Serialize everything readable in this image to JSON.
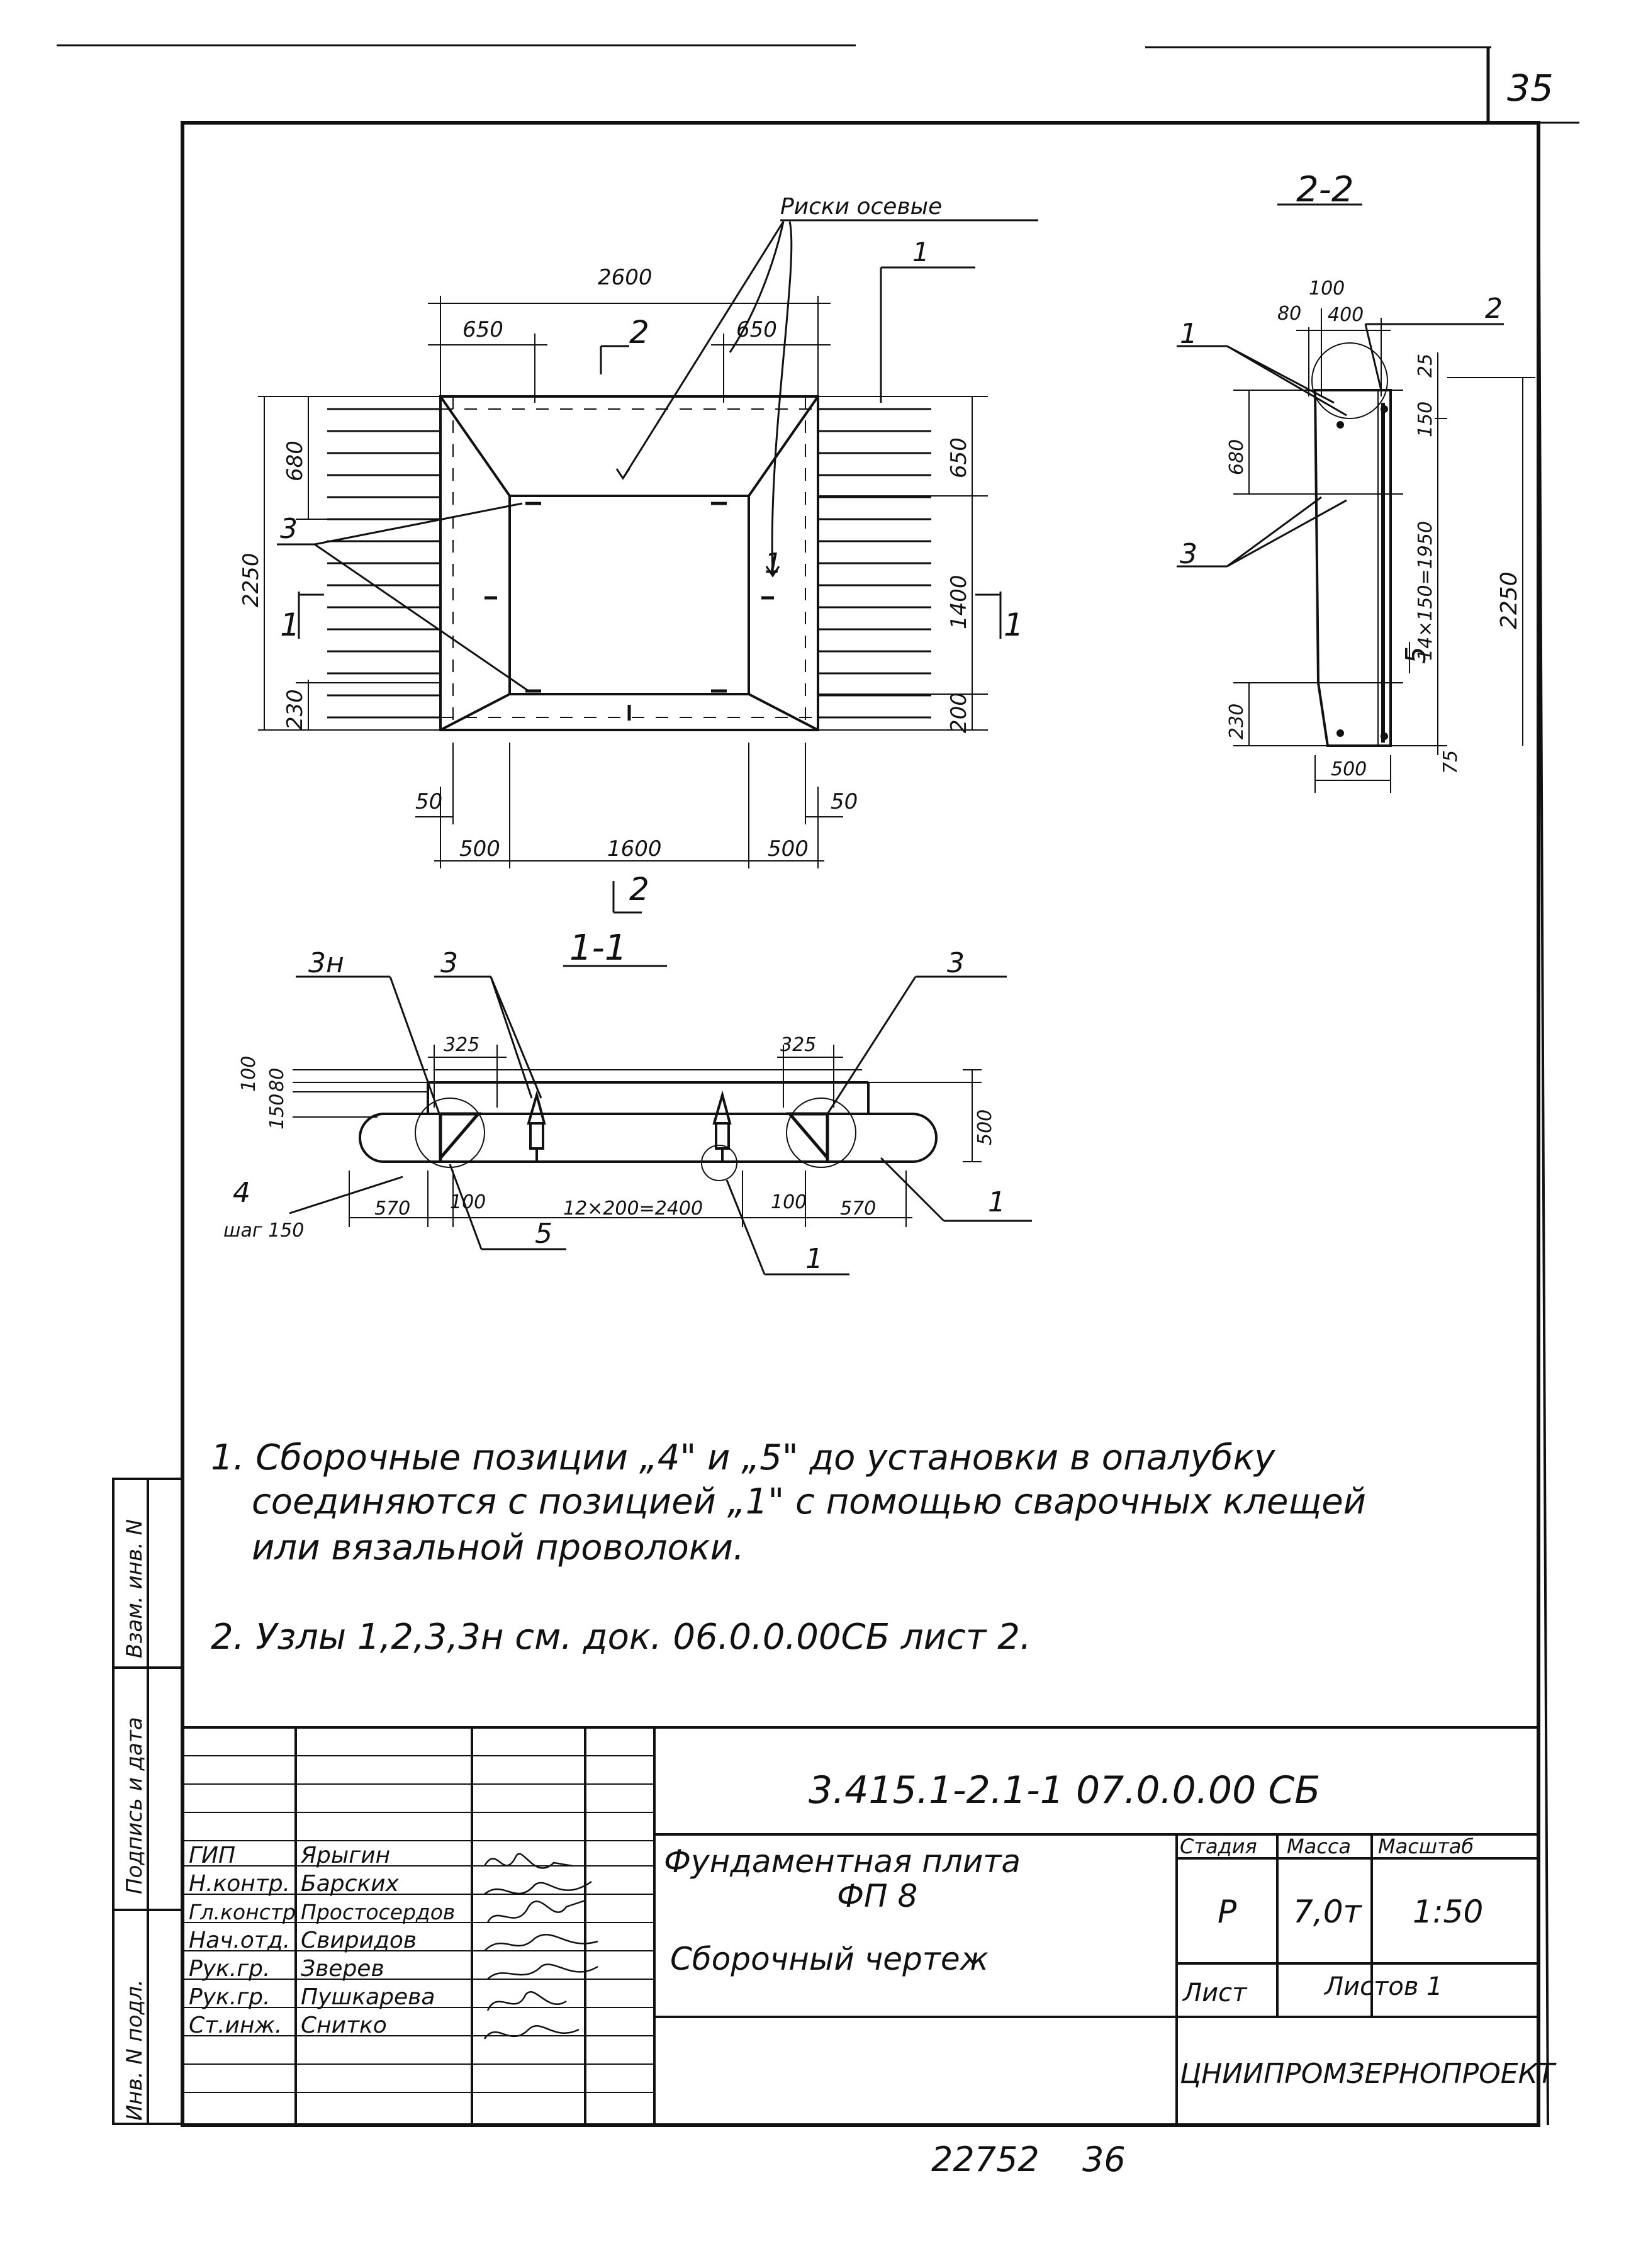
{
  "page_number": "35",
  "bottom_number": "22752",
  "bottom_page": "36",
  "plan_view": {
    "leader_label": "Риски осевые",
    "dim_top_total": "2600",
    "dim_top_left": "650",
    "dim_top_right": "650",
    "dim_left_total": "2250",
    "dim_left_upper": "680",
    "dim_left_lower": "230",
    "dim_right_upper": "650",
    "dim_right_middle": "1400",
    "dim_right_lower": "200",
    "dim_bottom_left_small": "50",
    "dim_bottom_right_small": "50",
    "dim_bottom_left": "500",
    "dim_bottom_middle": "1600",
    "dim_bottom_right": "500",
    "pos_1": "1",
    "pos_3": "3",
    "cut_2_top": "2",
    "cut_2_bottom": "2",
    "cut_1_left": "1",
    "cut_1_right": "1",
    "mark_1": "1"
  },
  "section_2_2": {
    "title": "2-2",
    "pos_1": "1",
    "pos_2": "2",
    "pos_3": "3",
    "pos_5": "5",
    "dim_100": "100",
    "dim_80": "80",
    "dim_400": "400",
    "dim_25": "25",
    "dim_150": "150",
    "dim_680": "680",
    "dim_spacing": "14×150=1950",
    "dim_total": "2250",
    "dim_230": "230",
    "dim_75": "75",
    "dim_500": "500"
  },
  "section_1_1": {
    "title": "1-1",
    "pos_3h": "3н",
    "pos_3a": "3",
    "pos_3b": "3",
    "pos_4": "4",
    "step": "шаг 150",
    "pos_5": "5",
    "pos_1a": "1",
    "pos_1b": "1",
    "dim_325a": "325",
    "dim_325b": "325",
    "dim_100": "100",
    "dim_80": "80",
    "dim_150": "150",
    "dim_500": "500",
    "dim_570a": "570",
    "dim_100a": "100",
    "dim_spacing": "12×200=2400",
    "dim_100b": "100",
    "dim_570b": "570"
  },
  "notes": {
    "line1": "1. Сборочные позиции „4\" и „5\" до установки в опалубку",
    "line2": "соединяются с позицией „1\" с помощью сварочных клещей",
    "line3": "или вязальной проволоки.",
    "line4": "2. Узлы 1,2,3,3н см. док. 06.0.0.00СБ лист 2."
  },
  "side_stamp": {
    "col1": "Инв. N подл.",
    "col2": "Подпись и дата",
    "col3": "Взам. инв. N"
  },
  "title_block": {
    "doc_code": "3.415.1-2.1-1 07.0.0.00 СБ",
    "name_line1": "Фундаментная плита",
    "name_line2": "ФП 8",
    "name_line3": "Сборочный чертеж",
    "stage_label": "Стадия",
    "mass_label": "Масса",
    "scale_label": "Масштаб",
    "stage_value": "Р",
    "mass_value": "7,0т",
    "scale_value": "1:50",
    "sheet_label": "Лист",
    "sheets_label": "Листов 1",
    "organization": "ЦНИИПРОМЗЕРНОПРОЕКТ",
    "staff": [
      {
        "role": "ГИП",
        "name": "Ярыгин"
      },
      {
        "role": "Н.контр.",
        "name": "Барских"
      },
      {
        "role": "Гл.констр",
        "name": "Простосердов"
      },
      {
        "role": "Нач.отд.",
        "name": "Свиридов"
      },
      {
        "role": "Рук.гр.",
        "name": "Зверев"
      },
      {
        "role": "Рук.гр.",
        "name": "Пушкарева"
      },
      {
        "role": "Ст.инж.",
        "name": "Снитко"
      }
    ]
  }
}
